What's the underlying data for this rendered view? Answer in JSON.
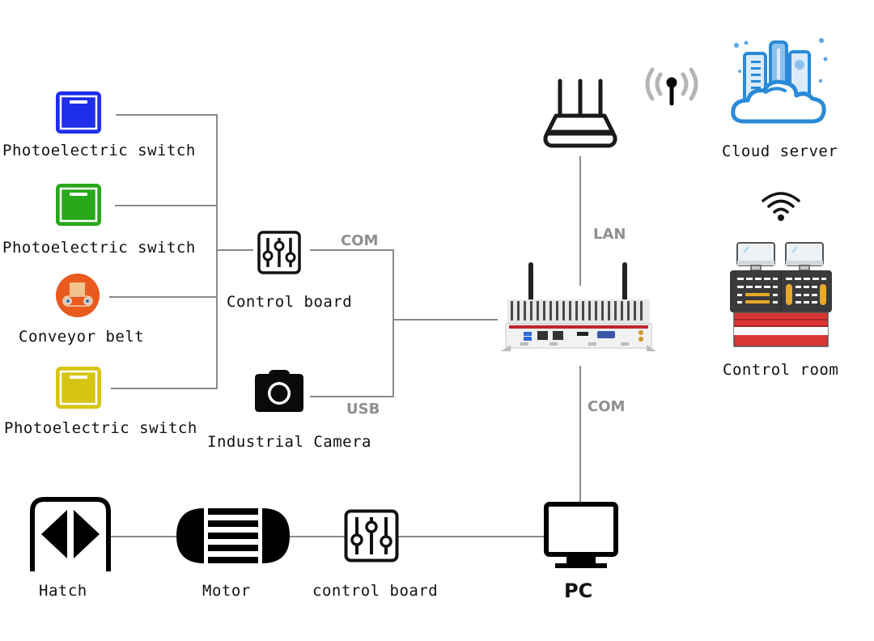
{
  "diagram": {
    "type": "industrial-network-topology",
    "colors": {
      "photoelectric_blue": "#1f2ee8",
      "photoelectric_green": "#29a81a",
      "photoelectric_yellow": "#d6c414",
      "conveyor_orange": "#e85a1e",
      "line_gray": "#8a8a8a",
      "conn_label_gray": "#8f8f8f",
      "cloud_blue": "#2a8ad8",
      "control_room_red": "#d93535"
    },
    "nodes": {
      "photo_switch_1": {
        "label": "Photoelectric switch",
        "icon": "photoelectric-switch-icon",
        "color": "blue"
      },
      "photo_switch_2": {
        "label": "Photoelectric switch",
        "icon": "photoelectric-switch-icon",
        "color": "green"
      },
      "conveyor_belt": {
        "label": "Conveyor belt",
        "icon": "conveyor-belt-icon"
      },
      "photo_switch_3": {
        "label": "Photoelectric switch",
        "icon": "photoelectric-switch-icon",
        "color": "yellow"
      },
      "control_board_top": {
        "label": "Control board",
        "icon": "sliders-icon"
      },
      "industrial_camera": {
        "label": "Industrial Camera",
        "icon": "camera-icon"
      },
      "industrial_pc": {
        "label": "",
        "icon": "fanless-industrial-pc-image"
      },
      "router": {
        "label": "",
        "icon": "router-icon"
      },
      "wireless_antenna": {
        "label": "",
        "icon": "wireless-antenna-icon"
      },
      "cloud_server": {
        "label": "Cloud server",
        "icon": "cloud-server-icon"
      },
      "wifi": {
        "label": "",
        "icon": "wifi-icon"
      },
      "control_room": {
        "label": "Control room",
        "icon": "control-room-icon"
      },
      "hatch": {
        "label": "Hatch",
        "icon": "hatch-icon"
      },
      "motor": {
        "label": "Motor",
        "icon": "motor-icon"
      },
      "control_board_bottom": {
        "label": "control board",
        "icon": "sliders-icon"
      },
      "pc": {
        "label": "PC",
        "icon": "monitor-icon"
      }
    },
    "connections": [
      {
        "from": "photo_switch_1",
        "to": "control_board_top",
        "label": ""
      },
      {
        "from": "photo_switch_2",
        "to": "control_board_top",
        "label": ""
      },
      {
        "from": "conveyor_belt",
        "to": "control_board_top",
        "label": ""
      },
      {
        "from": "photo_switch_3",
        "to": "control_board_top",
        "label": ""
      },
      {
        "from": "control_board_top",
        "to": "industrial_pc",
        "label": "COM"
      },
      {
        "from": "industrial_camera",
        "to": "industrial_pc",
        "label": "USB"
      },
      {
        "from": "router",
        "to": "industrial_pc",
        "label": "LAN"
      },
      {
        "from": "industrial_pc",
        "to": "pc",
        "label": "COM"
      },
      {
        "from": "hatch",
        "to": "motor",
        "label": ""
      },
      {
        "from": "motor",
        "to": "control_board_bottom",
        "label": ""
      },
      {
        "from": "control_board_bottom",
        "to": "pc",
        "label": ""
      }
    ]
  }
}
